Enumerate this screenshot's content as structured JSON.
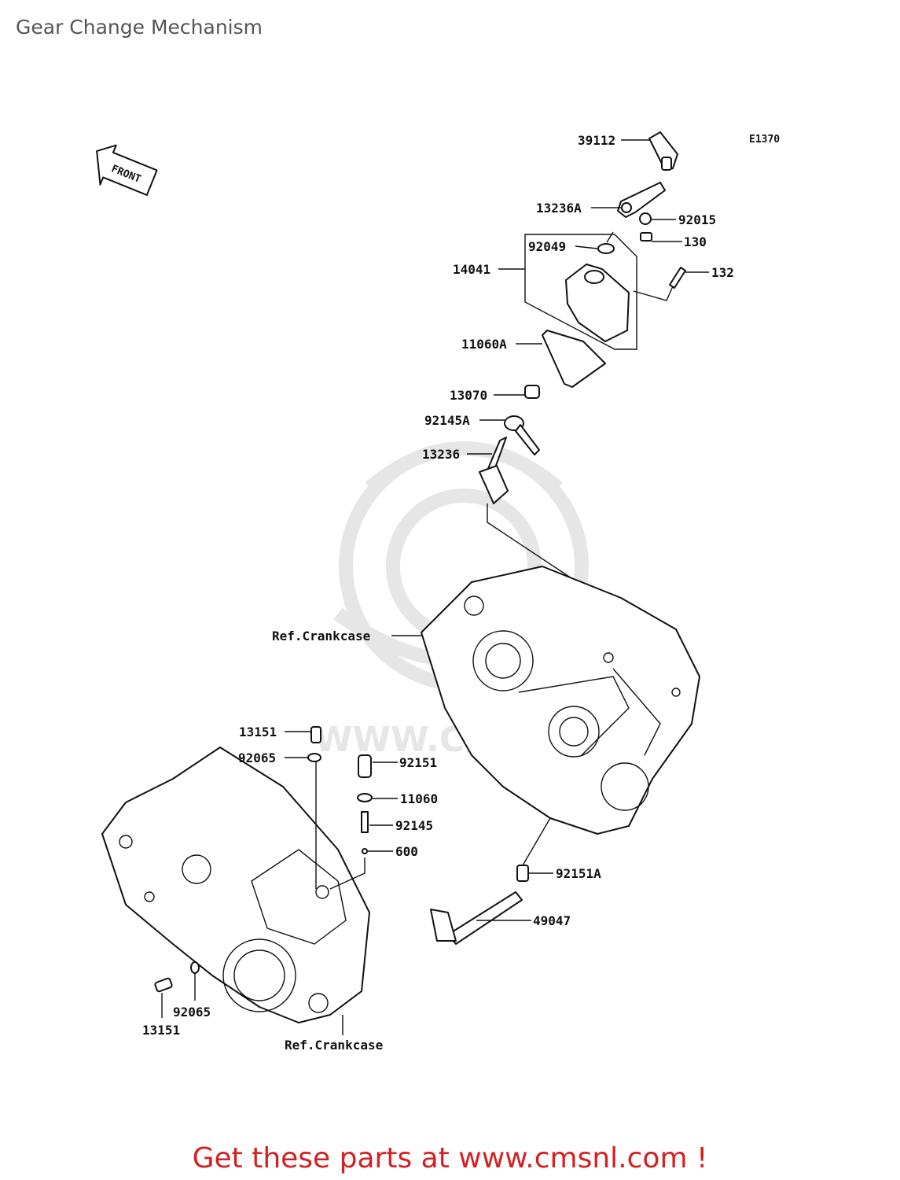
{
  "page": {
    "title": "Gear Change Mechanism",
    "footer_link": "Get these parts at www.cmsnl.com !",
    "diagram_code": "E1370",
    "front_marker": "FRONT"
  },
  "parts": {
    "p39112": "39112",
    "p13236A": "13236A",
    "p92015": "92015",
    "p130": "130",
    "p92049": "92049",
    "p14041": "14041",
    "p132": "132",
    "p11060A": "11060A",
    "p13070": "13070",
    "p92145A": "92145A",
    "p13236": "13236",
    "ref_crankcase_upper": "Ref.Crankcase",
    "p13151_top": "13151",
    "p92065_top": "92065",
    "p92151": "92151",
    "p11060": "11060",
    "p92145": "92145",
    "p600": "600",
    "p92151A": "92151A",
    "p49047": "49047",
    "p92065_bottom": "92065",
    "p13151_bottom": "13151",
    "ref_crankcase_lower": "Ref.Crankcase"
  },
  "watermark": {
    "text": "WWW.CMSNL"
  },
  "colors": {
    "title": "#555555",
    "footer": "#d42020",
    "lines": "#111111",
    "watermark": "#e6e6e6"
  }
}
